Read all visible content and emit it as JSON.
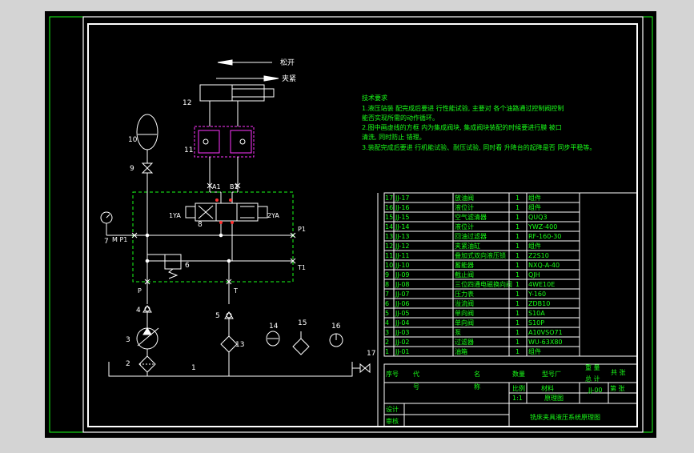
{
  "colors": {
    "background": "#000000",
    "frame": "#ffffff",
    "green": "#19ff19",
    "yellow": "#ffff33",
    "red": "#ff3030",
    "magenta": "#ff33ff"
  },
  "labels": {
    "release": "松开",
    "clamp": "夹紧",
    "a1": "A1",
    "b1": "B1",
    "yv1": "1YA",
    "yv2": "2YA",
    "port_p": "P",
    "port_t": "T",
    "port_p1": "P1",
    "port_t1": "T1",
    "mp1": "M P1",
    "parts": [
      "1",
      "2",
      "3",
      "4",
      "5",
      "6",
      "7",
      "8",
      "9",
      "10",
      "11",
      "12",
      "13",
      "14",
      "15",
      "16",
      "17"
    ]
  },
  "tech_req": {
    "title": "技术要求",
    "lines": [
      "1.液压站装 配完成后要进 行性能试验, 主要对 各个油路通过控制阀控制",
      "能否实现所需的动作循环。",
      "2.图中画虚线的方框 内为集成阀块, 集成阀块装配的时候要进行膜 被口",
      "清洗, 同时防止 错理。",
      "3.装配完成后要进 行机能试验、耐压试验, 同时看 升降台的起降是否 同步平稳等。"
    ]
  },
  "bom": [
    {
      "no": "17",
      "code": "JJ-17",
      "name": "放油阀",
      "qty": "1",
      "mat": "组件"
    },
    {
      "no": "16",
      "code": "JJ-16",
      "name": "液位计",
      "qty": "1",
      "mat": "组件"
    },
    {
      "no": "15",
      "code": "JJ-15",
      "name": "空气滤清器",
      "qty": "1",
      "mat": "QUQ3"
    },
    {
      "no": "14",
      "code": "JJ-14",
      "name": "液位计",
      "qty": "1",
      "mat": "YWZ-400"
    },
    {
      "no": "13",
      "code": "JJ-13",
      "name": "回油过滤器",
      "qty": "1",
      "mat": "RF-160-30"
    },
    {
      "no": "12",
      "code": "JJ-12",
      "name": "夹紧油缸",
      "qty": "1",
      "mat": "组件"
    },
    {
      "no": "11",
      "code": "JJ-11",
      "name": "叠加式双向液压锁",
      "qty": "1",
      "mat": "Z2S10"
    },
    {
      "no": "10",
      "code": "JJ-10",
      "name": "蓄能器",
      "qty": "1",
      "mat": "NXQ-A-40"
    },
    {
      "no": "9",
      "code": "JJ-09",
      "name": "截止阀",
      "qty": "1",
      "mat": "QJH"
    },
    {
      "no": "8",
      "code": "JJ-08",
      "name": "三位四通电磁换向阀",
      "qty": "1",
      "mat": "4WE10E"
    },
    {
      "no": "7",
      "code": "JJ-07",
      "name": "压力表",
      "qty": "1",
      "mat": "Y-160"
    },
    {
      "no": "6",
      "code": "JJ-06",
      "name": "溢流阀",
      "qty": "1",
      "mat": "ZDB10"
    },
    {
      "no": "5",
      "code": "JJ-05",
      "name": "单向阀",
      "qty": "1",
      "mat": "S10A"
    },
    {
      "no": "4",
      "code": "JJ-04",
      "name": "单向阀",
      "qty": "1",
      "mat": "S10P"
    },
    {
      "no": "3",
      "code": "JJ-03",
      "name": "泵",
      "qty": "1",
      "mat": "A10VSO71"
    },
    {
      "no": "2",
      "code": "JJ-02",
      "name": "过滤器",
      "qty": "1",
      "mat": "WU-63X80"
    },
    {
      "no": "1",
      "code": "JJ-01",
      "name": "油箱",
      "qty": "1",
      "mat": "组件"
    }
  ],
  "bom_header": {
    "no": "序号",
    "code": "代",
    "name": "名",
    "qty": "数量",
    "mat": "型号厂",
    "code2": "号",
    "name2": "称",
    "weight": "重 量",
    "total": "总 计"
  },
  "title_block": {
    "scale_label": "比例",
    "scale_value": "1:1",
    "material_label": "材料",
    "drawing_no": "JJ-00",
    "sheet": "共 张",
    "page": "第 张",
    "drawing_kind": "原理图",
    "title": "铣床夹具液压系统原理图",
    "designer": "设计",
    "checker": "审核"
  }
}
